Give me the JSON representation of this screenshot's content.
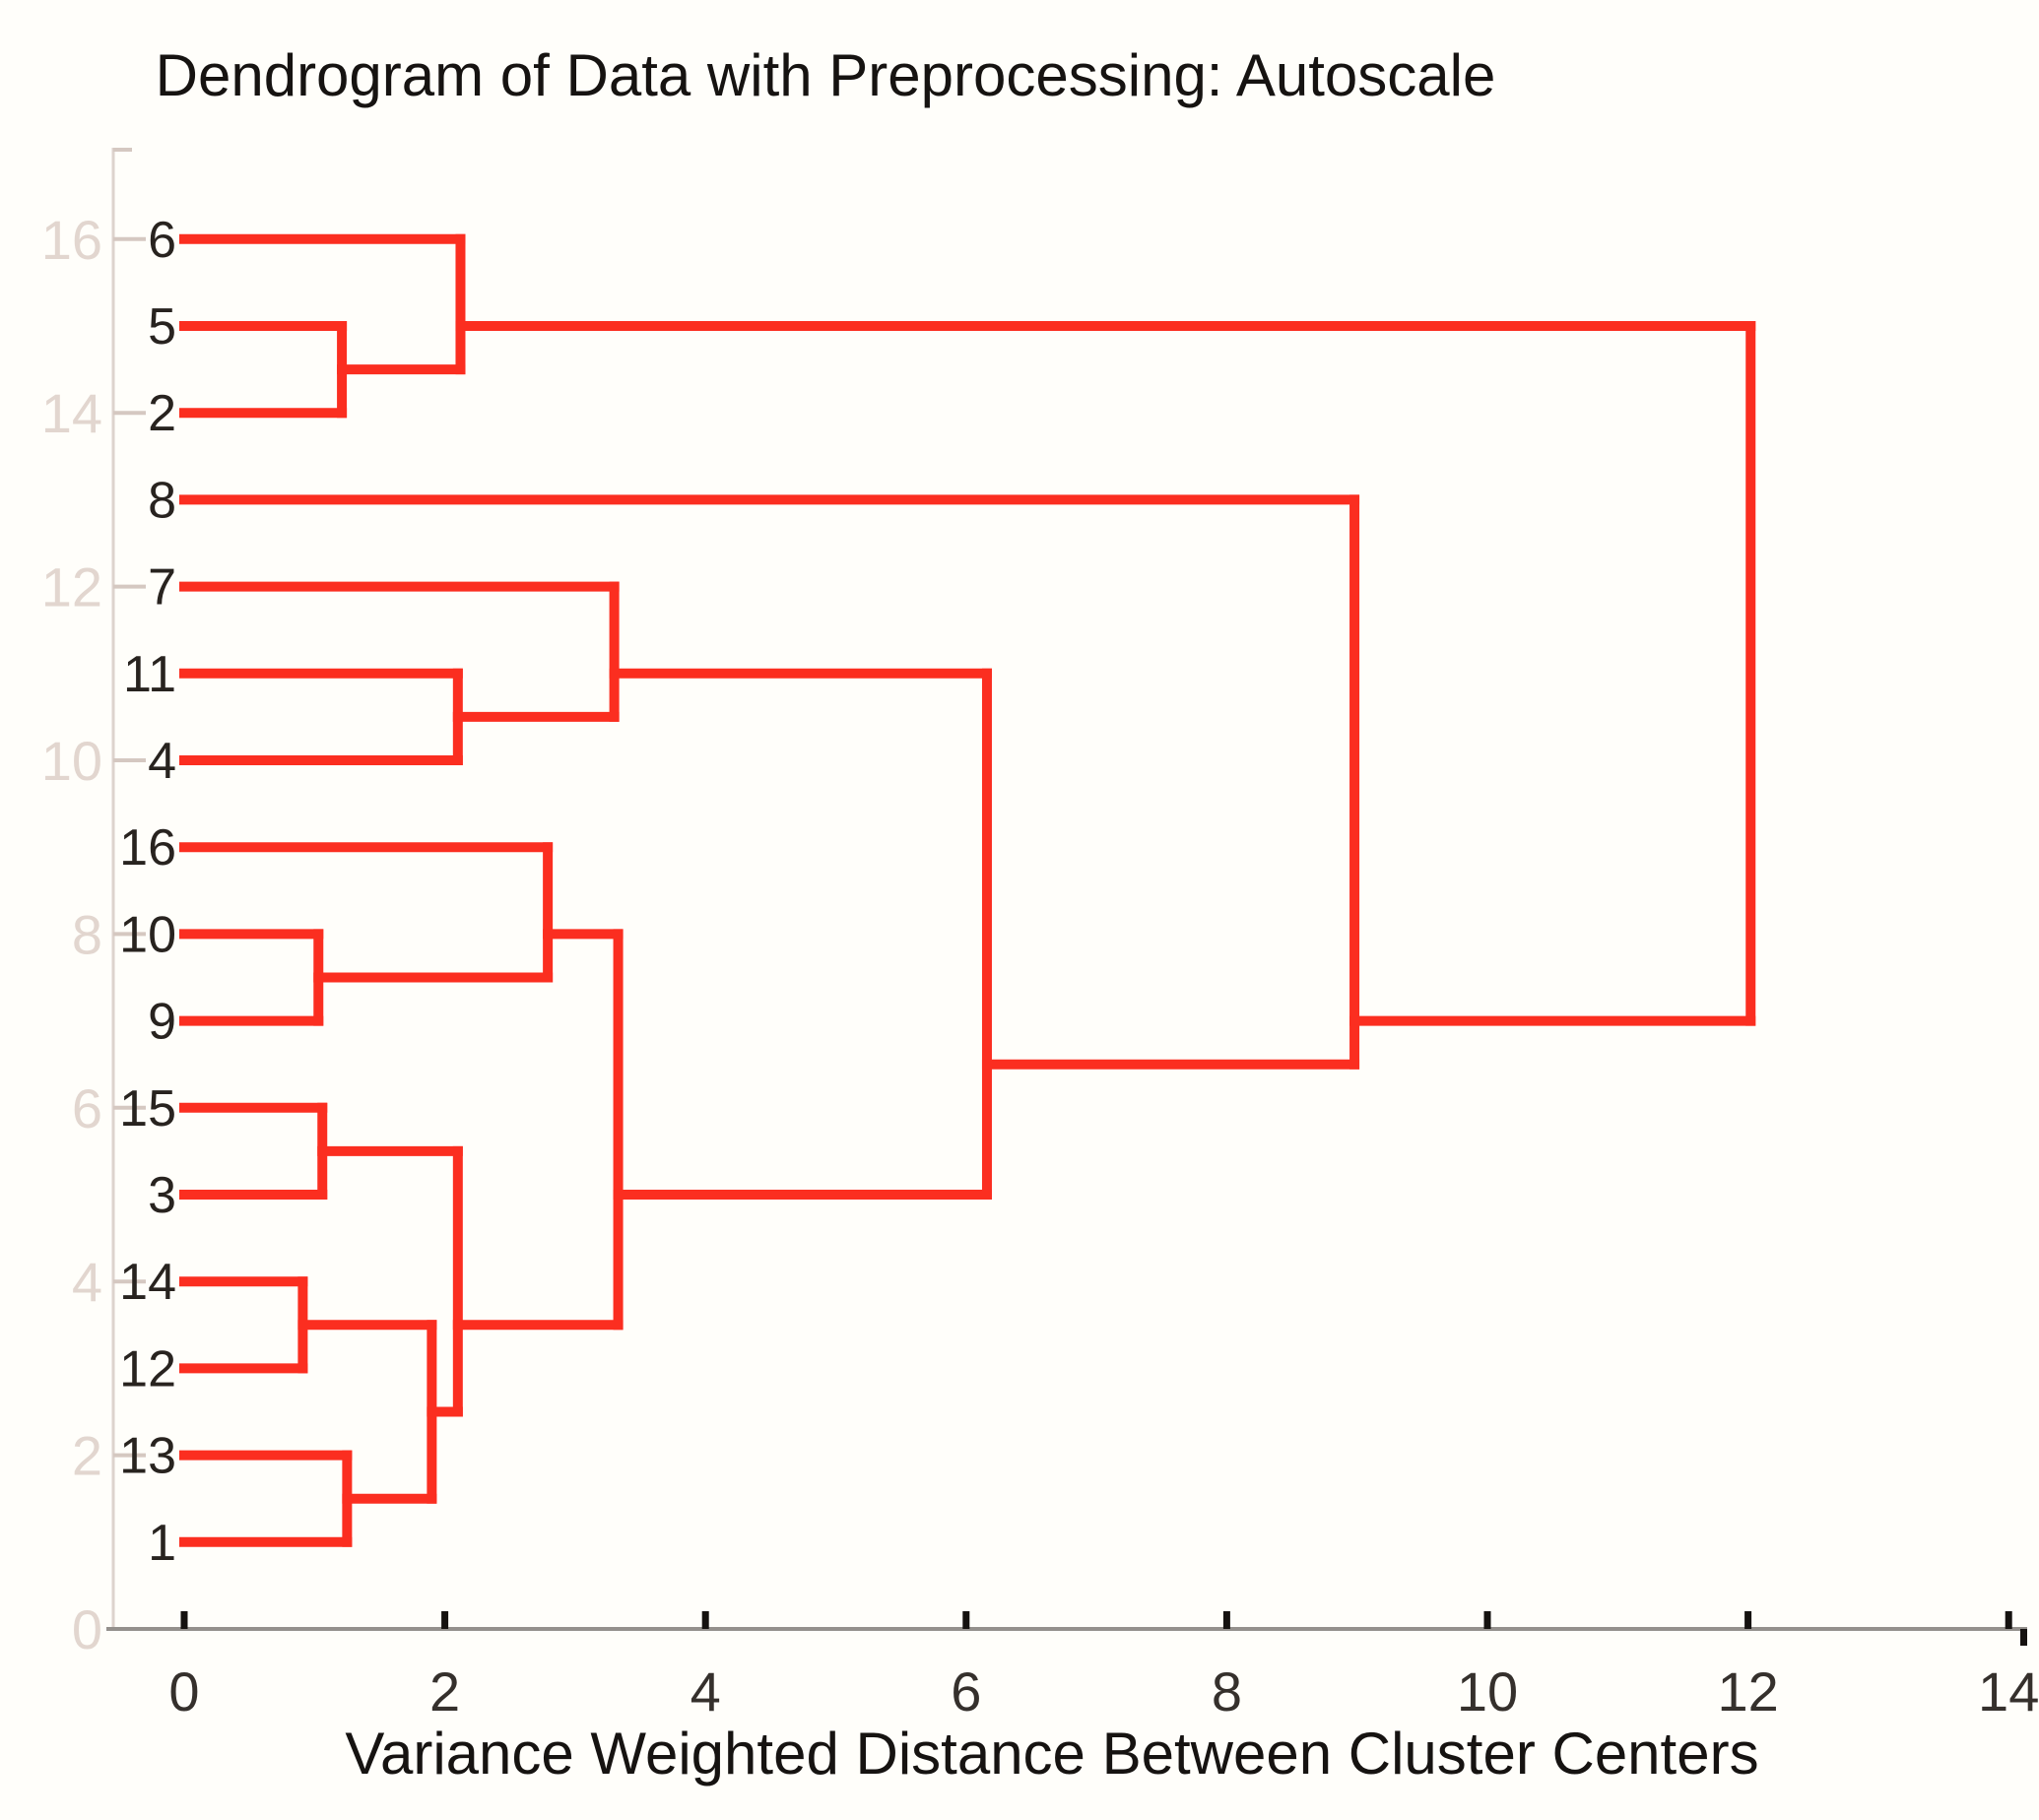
{
  "chart_data": {
    "type": "dendrogram",
    "orientation": "horizontal",
    "title": "Dendrogram of Data with Preprocessing: Autoscale",
    "xlabel": "Variance Weighted Distance Between Cluster Centers",
    "xlim": [
      0,
      14
    ],
    "x_ticks": [
      0,
      2,
      4,
      6,
      8,
      10,
      12,
      14
    ],
    "y_ticks": [
      0,
      2,
      4,
      6,
      8,
      10,
      12,
      14,
      16
    ],
    "grid": false,
    "legend": false,
    "node_position_rule": "mean-of-leaves",
    "leaves_top_to_bottom": [
      "6",
      "5",
      "2",
      "8",
      "7",
      "11",
      "4",
      "16",
      "10",
      "9",
      "15",
      "3",
      "14",
      "12",
      "13",
      "1"
    ],
    "merges": [
      {
        "id": "A",
        "left": "leaf:5",
        "right": "leaf:2",
        "distance": 1.21
      },
      {
        "id": "B",
        "left": "leaf:6",
        "right": "A",
        "distance": 2.12
      },
      {
        "id": "C",
        "left": "leaf:11",
        "right": "leaf:4",
        "distance": 2.1
      },
      {
        "id": "D",
        "left": "leaf:7",
        "right": "C",
        "distance": 3.3
      },
      {
        "id": "E",
        "left": "leaf:10",
        "right": "leaf:9",
        "distance": 1.03
      },
      {
        "id": "F",
        "left": "leaf:16",
        "right": "E",
        "distance": 2.79
      },
      {
        "id": "G",
        "left": "leaf:15",
        "right": "leaf:3",
        "distance": 1.06
      },
      {
        "id": "H",
        "left": "leaf:14",
        "right": "leaf:12",
        "distance": 0.91
      },
      {
        "id": "I",
        "left": "leaf:13",
        "right": "leaf:1",
        "distance": 1.25
      },
      {
        "id": "J",
        "left": "H",
        "right": "I",
        "distance": 1.9
      },
      {
        "id": "K",
        "left": "G",
        "right": "J",
        "distance": 2.1
      },
      {
        "id": "L",
        "left": "F",
        "right": "K",
        "distance": 3.33
      },
      {
        "id": "M",
        "left": "D",
        "right": "L",
        "distance": 6.16
      },
      {
        "id": "N",
        "left": "leaf:8",
        "right": "M",
        "distance": 8.98
      },
      {
        "id": "O",
        "left": "B",
        "right": "N",
        "distance": 12.02
      }
    ],
    "colors": {
      "link": "#fb2e20",
      "title_text": "#161311",
      "x_tick_text": "#35302c",
      "y_tick_text": "#e2d6cf",
      "leaf_text": "#28231f",
      "y_axis_line": "#ddd3cd",
      "x_axis_line": "#94908c",
      "background": "#fffefa"
    }
  }
}
